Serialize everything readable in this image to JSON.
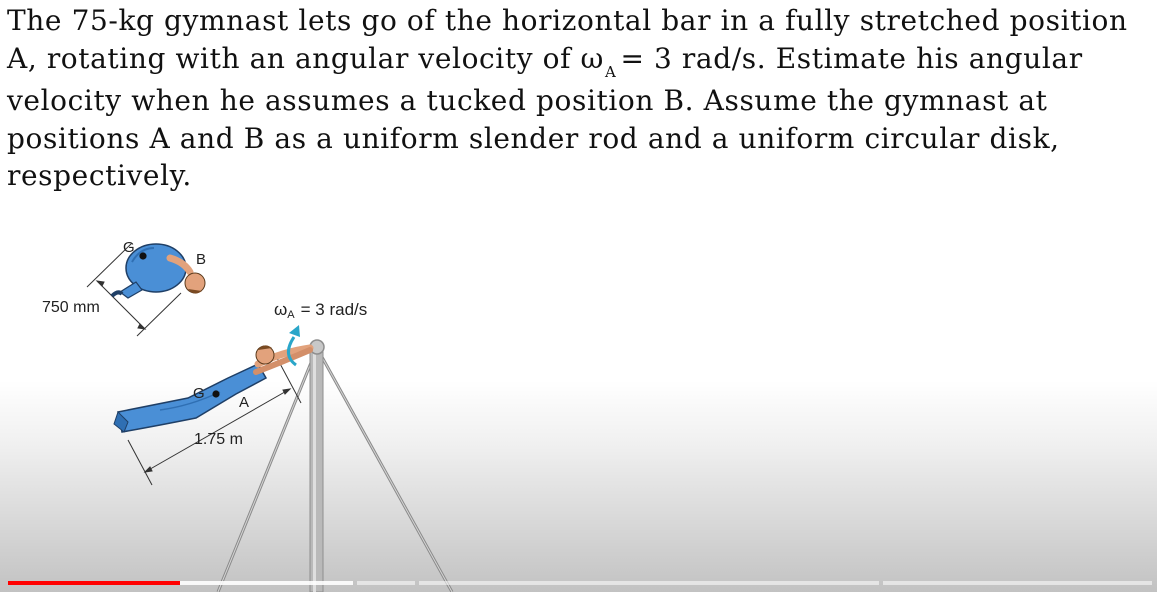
{
  "problem": {
    "line1": "The 75-kg gymnast lets go of the horizontal bar in a fully stretched position",
    "line2_before": "A, rotating with an angular velocity of ω",
    "line2_sub": "A",
    "line2_after": "= 3 rad/s. Estimate his angular",
    "line3": "velocity when he assumes a tucked position B. Assume the gymnast at",
    "line4": "positions A and B as a uniform slender rod and a uniform circular disk,",
    "line5": "respectively."
  },
  "figure": {
    "label_G_top": "G",
    "label_B": "B",
    "dim_750": "750 mm",
    "omega_symbol": "ω",
    "omega_sub": "A",
    "omega_value": "= 3 rad/s",
    "label_G_mid": "G",
    "label_A": "A",
    "dim_175": "1.75 m"
  },
  "colors": {
    "suit": "#4a8fd6",
    "suit_dark": "#2f6fb3",
    "skin": "#e2a27c",
    "hair": "#7a4a22",
    "arrow": "#2aa6c9",
    "bar": "#b9b9b9",
    "progress_played": "#ff0000"
  },
  "video": {
    "played_fraction": 0.15
  }
}
